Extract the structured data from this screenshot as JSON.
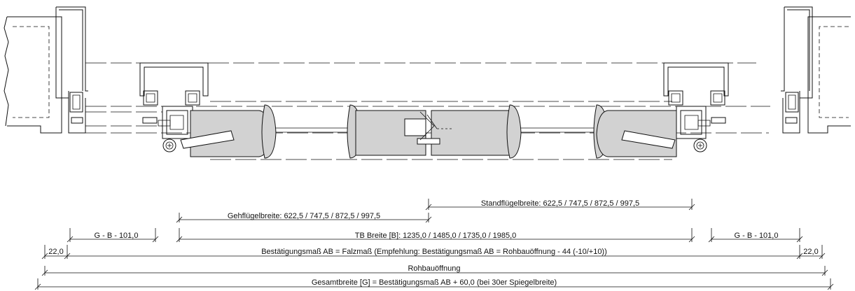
{
  "dimensions": {
    "standfluegel": "Standflügelbreite: 622,5 / 747,5 / 872,5 / 997,5",
    "gehfluegel": "Gehflügelbreite: 622,5 / 747,5 / 872,5 / 997,5",
    "tb_breite": "TB Breite [B]: 1235,0 / 1485,0 / 1735,0 / 1985,0",
    "g_b_left": "G - B - 101,0",
    "g_b_right": "G - B - 101,0",
    "offset_left": "22,0",
    "offset_right": "22,0",
    "bestaetigungsmass": "Bestätigungsmaß AB = Falzmaß (Empfehlung: Bestätigungsmaß AB = Rohbauöffnung - 44 (-10/+10))",
    "rohbauoeffnung": "Rohbauöffnung",
    "gesamtbreite": "Gesamtbreite [G] = Bestätigungsmaß AB + 60,0 (bei 30er Spiegelbreite)"
  }
}
